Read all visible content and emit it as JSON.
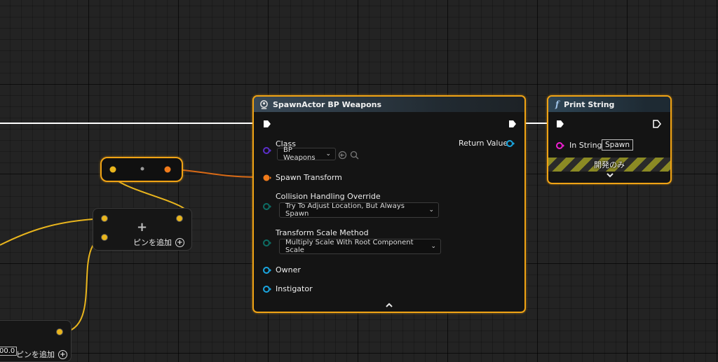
{
  "spawn_node": {
    "title": "SpawnActor BP Weapons",
    "class_label": "Class",
    "class_value": "BP Weapons",
    "return_value_label": "Return Value",
    "spawn_transform_label": "Spawn Transform",
    "collision_label": "Collision Handling Override",
    "collision_value": "Try To Adjust Location, But Always Spawn",
    "scale_label": "Transform Scale Method",
    "scale_value": "Multiply Scale With Root Component Scale",
    "owner_label": "Owner",
    "instigator_label": "Instigator",
    "collapse_glyph": "⌃"
  },
  "print_node": {
    "func_symbol": "f",
    "title": "Print String",
    "in_string_label": "In String",
    "in_string_value": "Spawn",
    "dev_only_label": "開発のみ",
    "expand_glyph": "⌄"
  },
  "make_node": {
    "plus_glyph": "+",
    "add_pin_label": "ピンを追加",
    "add_glyph": "+"
  },
  "make_node_lower": {
    "add_pin_label": "ピンを追加",
    "add_glyph": "+",
    "value_box": "00.0"
  },
  "colors": {
    "selection": "#f0a315",
    "exec_wire": "#ffffff",
    "float_wire": "#e9b51d",
    "transform_wire": "#f07b1b",
    "class_pin": "#5b2fc9",
    "object_pin": "#1aa6e0",
    "enum_pin": "#0d6d64",
    "string_pin": "#f21ed4"
  },
  "icons": [
    "spawn-actor-icon",
    "function-icon",
    "dropdown-chevron-icon",
    "use-selected-icon",
    "browse-icon",
    "add-pin-icon"
  ]
}
